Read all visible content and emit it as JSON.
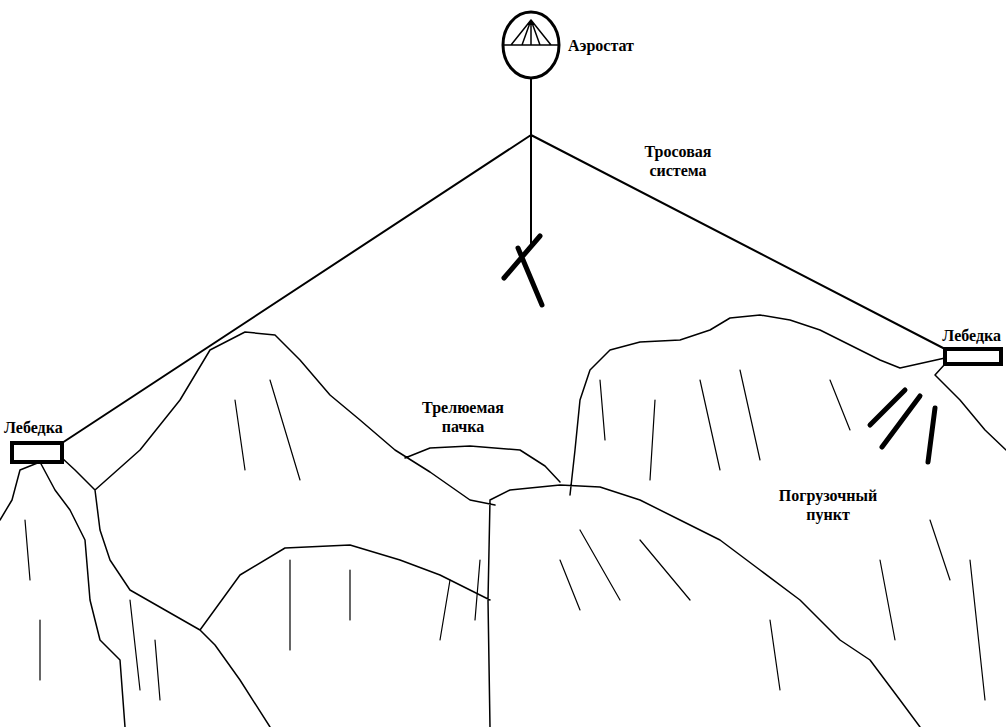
{
  "diagram": {
    "labels": [
      "Аэростат",
      "Тросовая система",
      "Трелюемая пачка",
      "Лебедка",
      "Лебедка",
      "Погрузочный пункт"
    ]
  }
}
